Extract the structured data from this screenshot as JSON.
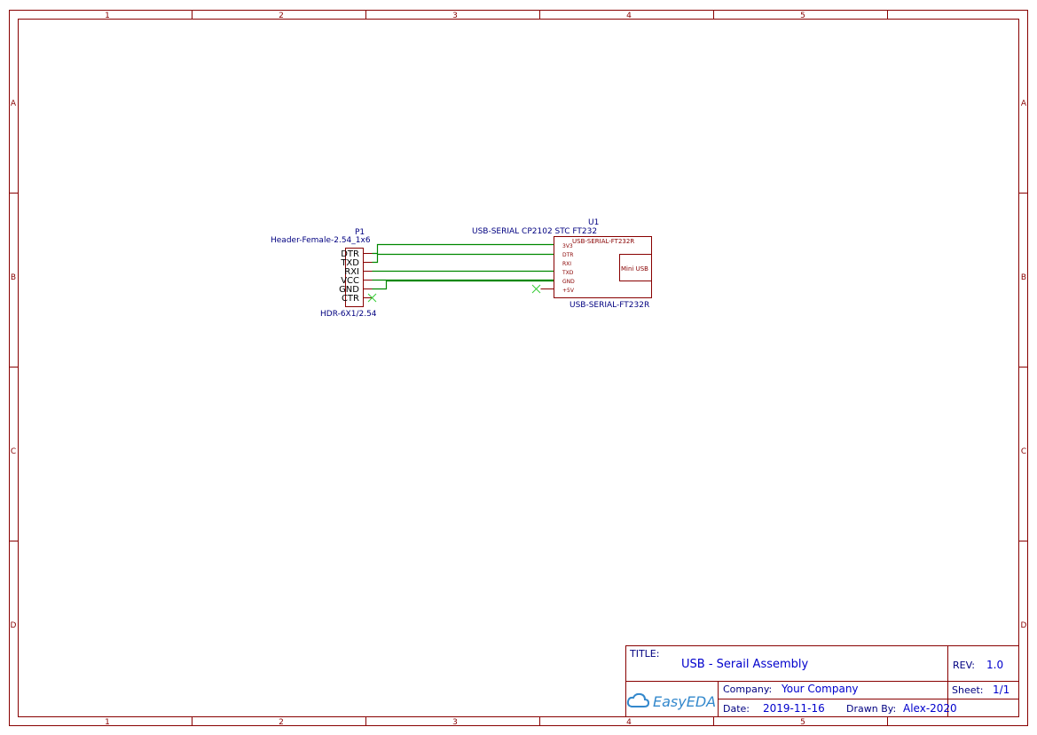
{
  "zones": {
    "columns": [
      "1",
      "2",
      "3",
      "4",
      "5"
    ],
    "rows": [
      "A",
      "B",
      "C",
      "D"
    ]
  },
  "header": {
    "refdes": "P1",
    "value": "Header-Female-2.54_1x6",
    "footprint": "HDR-6X1/2.54",
    "pins": [
      "DTR",
      "TXD",
      "RXI",
      "VCC",
      "GND",
      "CTR"
    ]
  },
  "module": {
    "refdes": "U1",
    "value": "USB-SERIAL CP2102 STC FT232",
    "inner_name": "USB-SERIAL-FT232R",
    "footprint": "USB-SERIAL-FT232R",
    "pins": [
      "3V3",
      "DTR",
      "RXI",
      "TXD",
      "GND",
      "+5V"
    ],
    "port_label": "Mini USB"
  },
  "title_block": {
    "title_label": "TITLE:",
    "title": "USB - Serail Assembly",
    "rev_label": "REV:",
    "rev": "1.0",
    "company_label": "Company:",
    "company": "Your Company",
    "sheet_label": "Sheet:",
    "sheet": "1/1",
    "date_label": "Date:",
    "date": "2019-11-16",
    "drawn_by_label": "Drawn By:",
    "drawn_by": "Alex-2020",
    "logo_text": "EasyEDA"
  },
  "colors": {
    "frame": "#880000",
    "wire": "#008800",
    "no_connect": "#33cc33",
    "text_blue": "#000080",
    "value_blue": "#0000cc"
  }
}
